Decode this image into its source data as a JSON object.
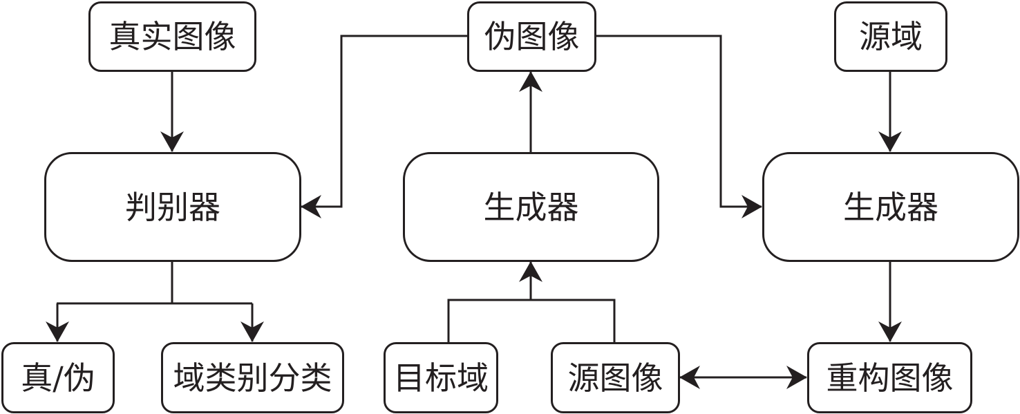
{
  "diagram": {
    "type": "flowchart",
    "line_color": "#231f20",
    "background": "#ffffff",
    "nodes": {
      "real_image": {
        "label": "真实图像"
      },
      "fake_image": {
        "label": "伪图像"
      },
      "source_domain": {
        "label": "源域"
      },
      "discriminator": {
        "label": "判别器"
      },
      "generator_main": {
        "label": "生成器"
      },
      "generator_recon": {
        "label": "生成器"
      },
      "real_fake": {
        "label": "真/伪"
      },
      "domain_class": {
        "label": "域类别分类"
      },
      "target_domain": {
        "label": "目标域"
      },
      "source_image": {
        "label": "源图像"
      },
      "reconstructed_image": {
        "label": "重构图像"
      }
    },
    "edges": [
      {
        "from": "real_image",
        "to": "discriminator"
      },
      {
        "from": "fake_image",
        "to": "discriminator"
      },
      {
        "from": "fake_image",
        "to": "generator_recon"
      },
      {
        "from": "generator_main",
        "to": "fake_image"
      },
      {
        "from": "source_domain",
        "to": "generator_recon"
      },
      {
        "from": "discriminator",
        "to": "real_fake"
      },
      {
        "from": "discriminator",
        "to": "domain_class"
      },
      {
        "from": "target_domain",
        "to": "generator_main"
      },
      {
        "from": "source_image",
        "to": "generator_main"
      },
      {
        "from": "generator_recon",
        "to": "reconstructed_image"
      },
      {
        "from": "source_image",
        "to": "reconstructed_image",
        "bidirectional": true
      }
    ]
  }
}
